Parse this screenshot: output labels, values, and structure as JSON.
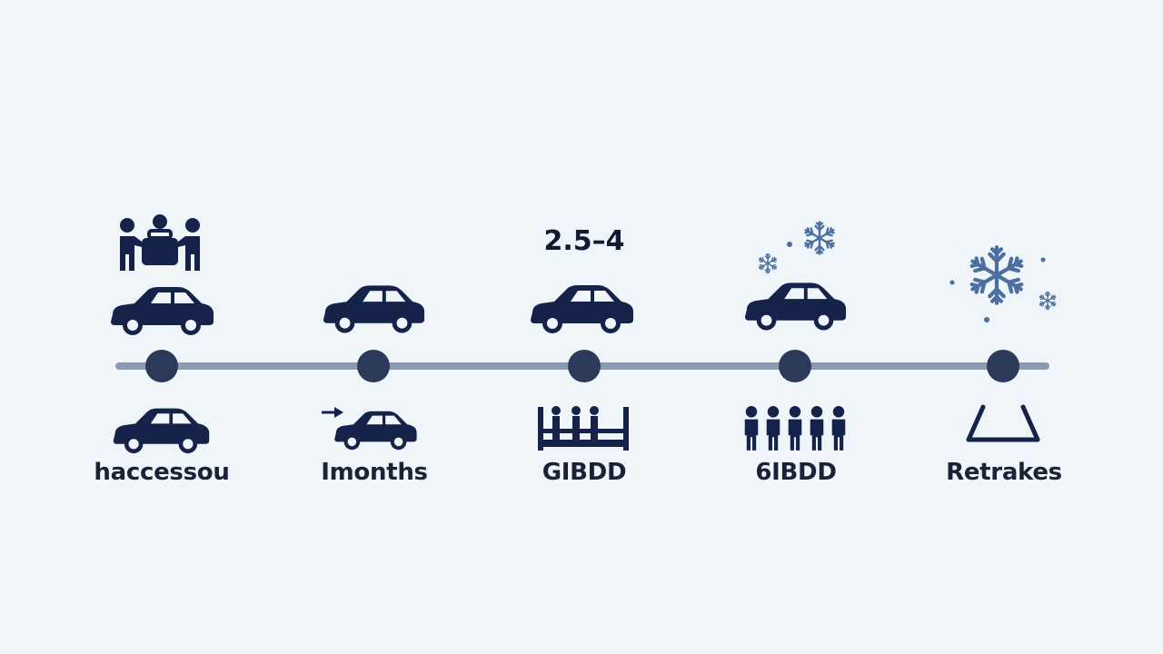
{
  "stages": [
    {
      "id": "s1",
      "bottom_label": "haccessou",
      "top_label": "",
      "top_icon": "handover-icon",
      "mid_icon": "car-icon",
      "bottom_icon": "car-icon"
    },
    {
      "id": "s2",
      "bottom_label": "Imonths",
      "top_label": "",
      "top_icon": "",
      "mid_icon": "car-icon",
      "bottom_icon": "car-arrow-icon"
    },
    {
      "id": "s3",
      "bottom_label": "GIBDD",
      "top_label": "2.5–4",
      "top_icon": "",
      "mid_icon": "car-icon",
      "bottom_icon": "queue-barrier-icon"
    },
    {
      "id": "s4",
      "bottom_label": "6IBDD",
      "top_label": "",
      "top_icon": "snowflake-icon",
      "mid_icon": "car-icon",
      "bottom_icon": "people-group-icon"
    },
    {
      "id": "s5",
      "bottom_label": "Retrakes",
      "top_label": "",
      "top_icon": "snowflake-icon",
      "mid_icon": "",
      "bottom_icon": "ramp-icon"
    }
  ],
  "colors": {
    "background": "#eff5f9",
    "icon": "#15224a",
    "track": "#8b9bb0",
    "node": "#2b3a58",
    "snow": "#4a6fa0"
  }
}
